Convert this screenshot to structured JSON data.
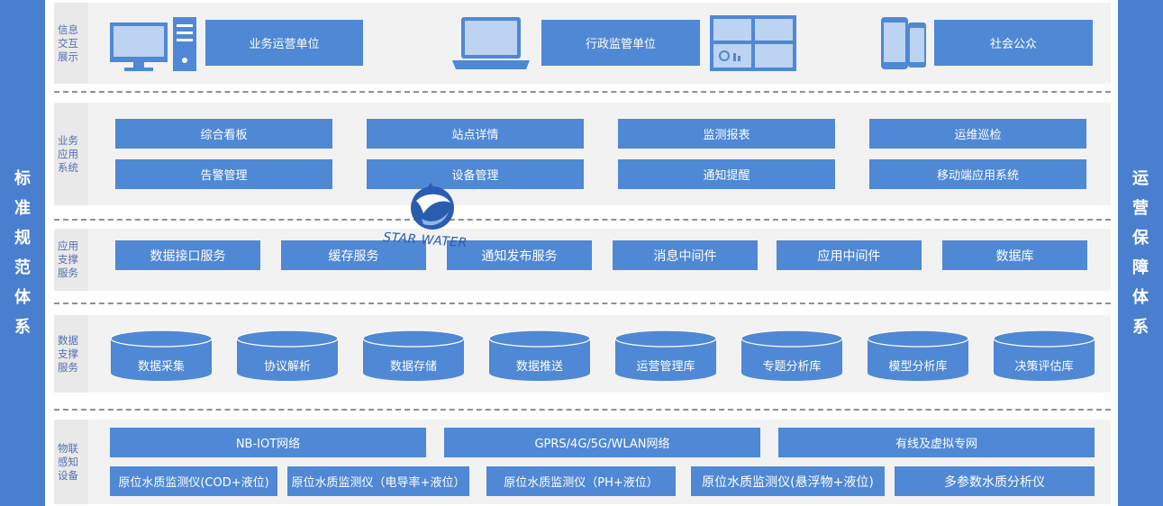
{
  "left_side": {
    "chars": [
      "标",
      "准",
      "规",
      "范",
      "体",
      "系"
    ]
  },
  "right_side": {
    "chars": [
      "运",
      "营",
      "保",
      "障",
      "体",
      "系"
    ]
  },
  "layers": {
    "info": {
      "label": "信息交互展示",
      "items": [
        "业务运营单位",
        "行政监管单位",
        "社会公众"
      ]
    },
    "business": {
      "label": "业务应用系统",
      "row1": [
        "综合看板",
        "站点详情",
        "监测报表",
        "运维巡检"
      ],
      "row2": [
        "告警管理",
        "设备管理",
        "通知提醒",
        "移动端应用系统"
      ]
    },
    "app_support": {
      "label": "应用支撑服务",
      "items": [
        "数据接口服务",
        "缓存服务",
        "通知发布服务",
        "消息中间件",
        "应用中间件",
        "数据库"
      ]
    },
    "data_support": {
      "label": "数据支撑服务",
      "items": [
        "数据采集",
        "协议解析",
        "数据存储",
        "数据推送",
        "运营管理库",
        "专题分析库",
        "模型分析库",
        "决策评估库"
      ]
    },
    "iot": {
      "label": "物联感知设备",
      "networks": [
        "NB-IOT网络",
        "GPRS/4G/5G/WLAN网络",
        "有线及虚拟专网"
      ],
      "devices": [
        "原位水质监测仪(COD+液位)",
        "原位水质监测仪（电导率+液位）",
        "原位水质监测仪（PH+液位）",
        "原位水质监测仪(悬浮物+液位)",
        "多参数水质分析仪"
      ]
    }
  },
  "watermark": {
    "text": "STAR WATER"
  },
  "icons": [
    "desktop-computer-icon",
    "laptop-icon",
    "dashboard-screen-icon",
    "mobile-devices-icon",
    "star-water-logo-icon"
  ],
  "colors": {
    "accent": "#4f88d5",
    "side": "#4a7fd0",
    "band": "#f2f2f2",
    "label_text": "#5470b0"
  }
}
